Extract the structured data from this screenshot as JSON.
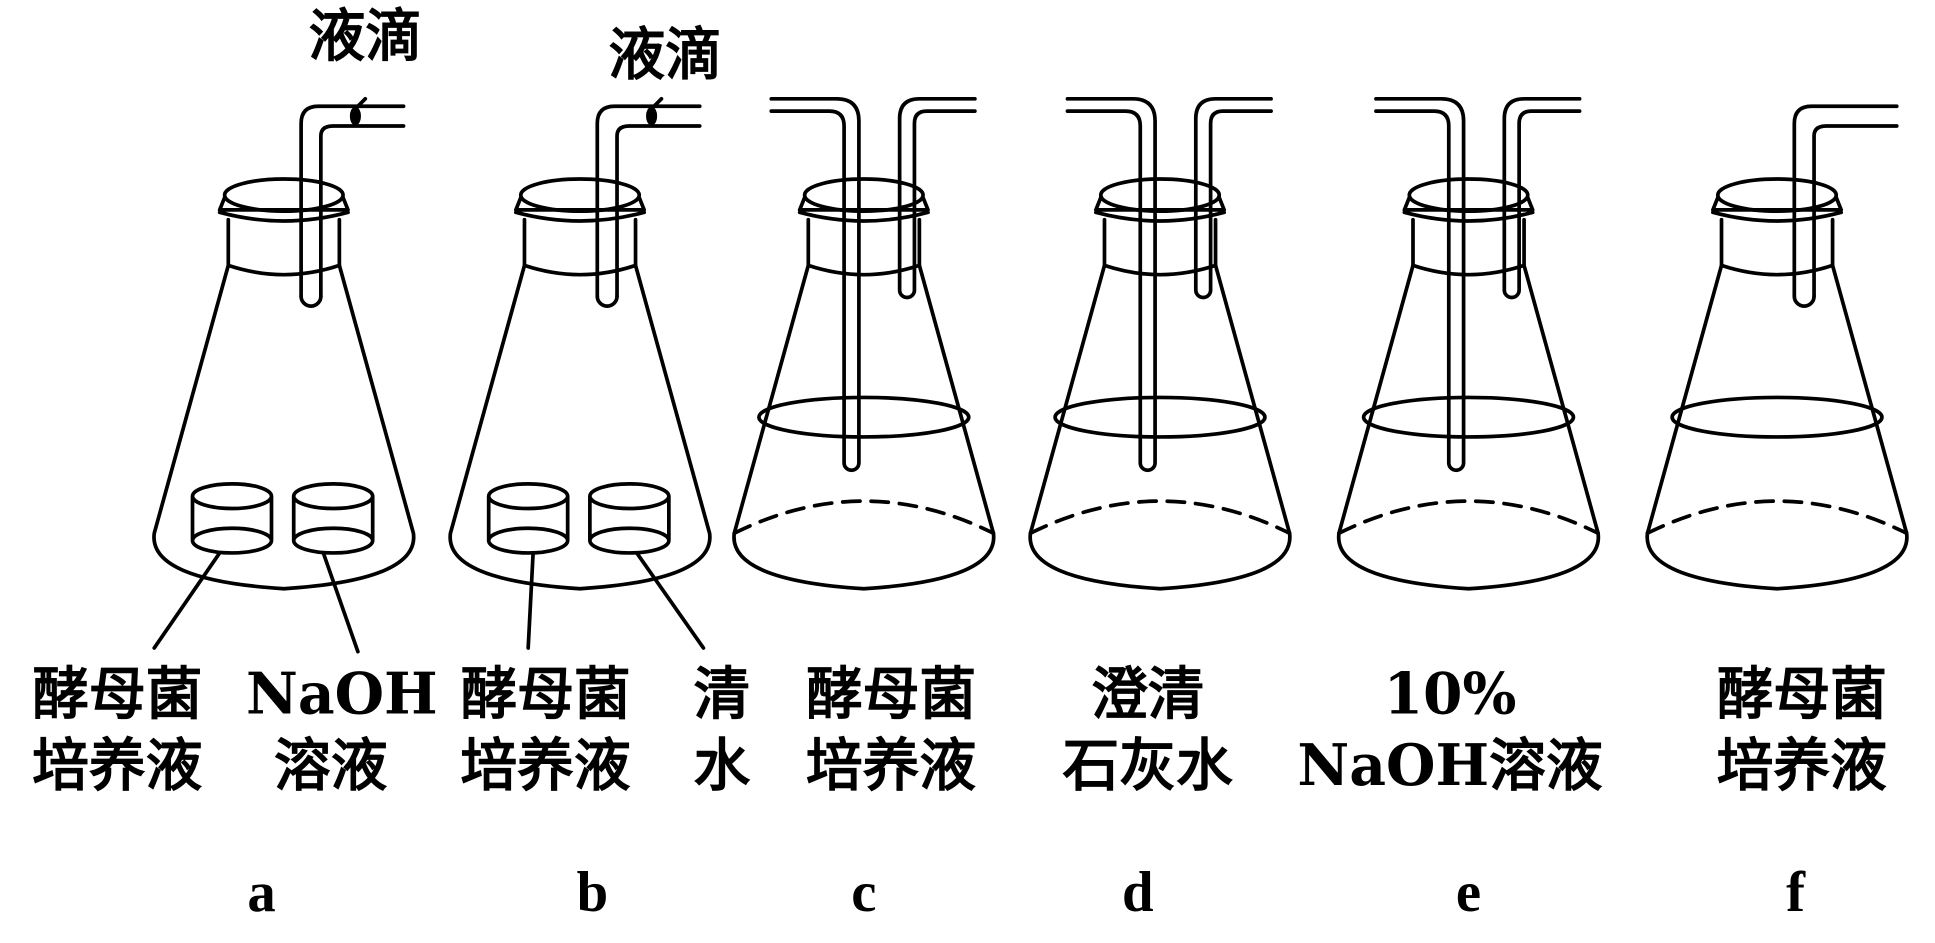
{
  "annotations": {
    "drop_a": "液滴",
    "drop_b": "液滴"
  },
  "labels": {
    "a1": [
      "酵母菌",
      "培养液"
    ],
    "a2": [
      "NaOH",
      "溶液"
    ],
    "b1": [
      "酵母菌",
      "培养液"
    ],
    "b2": [
      "清",
      "水"
    ],
    "c": [
      "酵母菌",
      "培养液"
    ],
    "d": [
      "澄清",
      "石灰水"
    ],
    "e": [
      "10%",
      "NaOH溶液"
    ],
    "f": [
      "酵母菌",
      "培养液"
    ]
  },
  "letters": [
    "a",
    "b",
    "c",
    "d",
    "e",
    "f"
  ]
}
